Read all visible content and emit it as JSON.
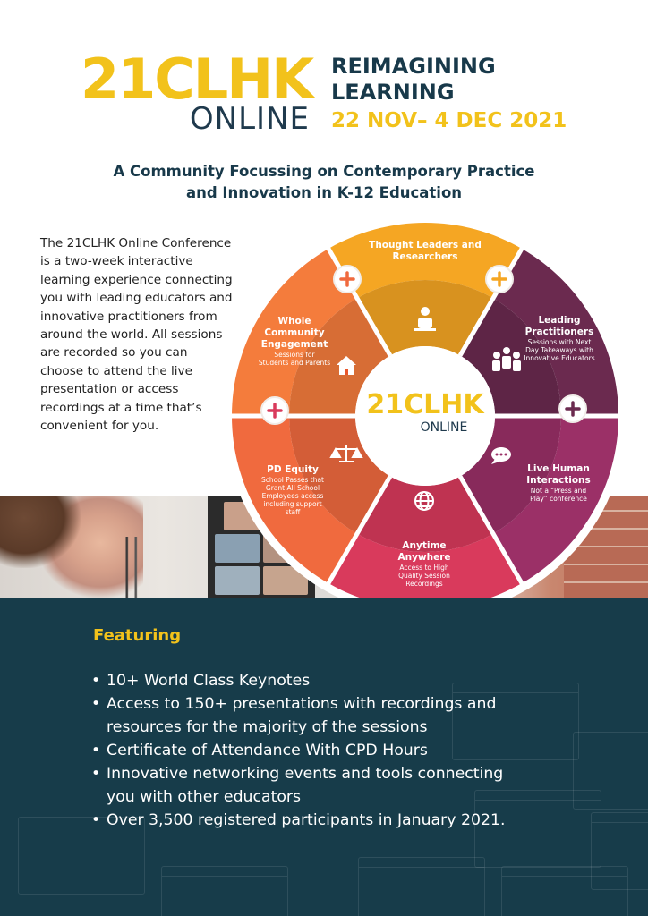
{
  "header": {
    "logo_main": "21CLHK",
    "logo_sub": "ONLINE",
    "headline_line1": "REIMAGINING",
    "headline_line2": "LEARNING",
    "dates": "22 NOV– 4 DEC 2021"
  },
  "subtitle": {
    "line1": "A Community Focussing on Contemporary Practice",
    "line2": "and Innovation in K-12 Education"
  },
  "intro": "The 21CLHK Online Conference is a two-week interactive learning experience connecting you with leading educators and innovative practitioners from around the world. All sessions are recorded so you can choose to attend the live presentation or access recordings at a time that’s convenient for you.",
  "wheel": {
    "center_logo": "21CLHK",
    "center_sub": "ONLINE",
    "segments": [
      {
        "title1": "Thought Leaders and",
        "title2": "Researchers",
        "desc1": "",
        "desc2": "",
        "desc3": "",
        "color": "#f5a623",
        "icon": "person-presenting-icon"
      },
      {
        "title1": "Leading",
        "title2": "Practitioners",
        "desc1": "Sessions with Next",
        "desc2": "Day Takeaways with",
        "desc3": "Innovative Educators",
        "color": "#6b2a4f",
        "icon": "group-icon"
      },
      {
        "title1": "Live Human",
        "title2": "Interactions",
        "desc1": "Not a “Press and",
        "desc2": "Play” conference",
        "desc3": "",
        "color": "#9b3067",
        "icon": "chat-bubble-icon"
      },
      {
        "title1": "Anytime",
        "title2": "Anywhere",
        "desc1": "Access to High",
        "desc2": "Quality Session",
        "desc3": "Recordings",
        "color": "#d93a5c",
        "icon": "globe-icon"
      },
      {
        "title1": "PD Equity",
        "title2": "",
        "desc1": "School Passes that",
        "desc2": "Grant All School",
        "desc3": "Employees access including support staff",
        "color": "#f06a3e",
        "icon": "scales-icon"
      },
      {
        "title1": "Whole",
        "title2": "Community",
        "title3": "Engagement",
        "desc1": "Sessions for",
        "desc2": "Students and Parents",
        "desc3": "",
        "color": "#f47c3c",
        "icon": "house-icon"
      }
    ]
  },
  "featuring": {
    "heading": "Featuring",
    "items": [
      "10+ World Class Keynotes",
      "Access to 150+ presentations with recordings and resources for the majority of the sessions",
      "Certificate of Attendance With CPD Hours",
      "Innovative networking events and tools connecting you with other educators",
      "Over 3,500 registered participants in January 2021."
    ]
  },
  "colors": {
    "brand_yellow": "#f2c21b",
    "navy": "#173c4a",
    "headline_navy": "#18394a"
  }
}
